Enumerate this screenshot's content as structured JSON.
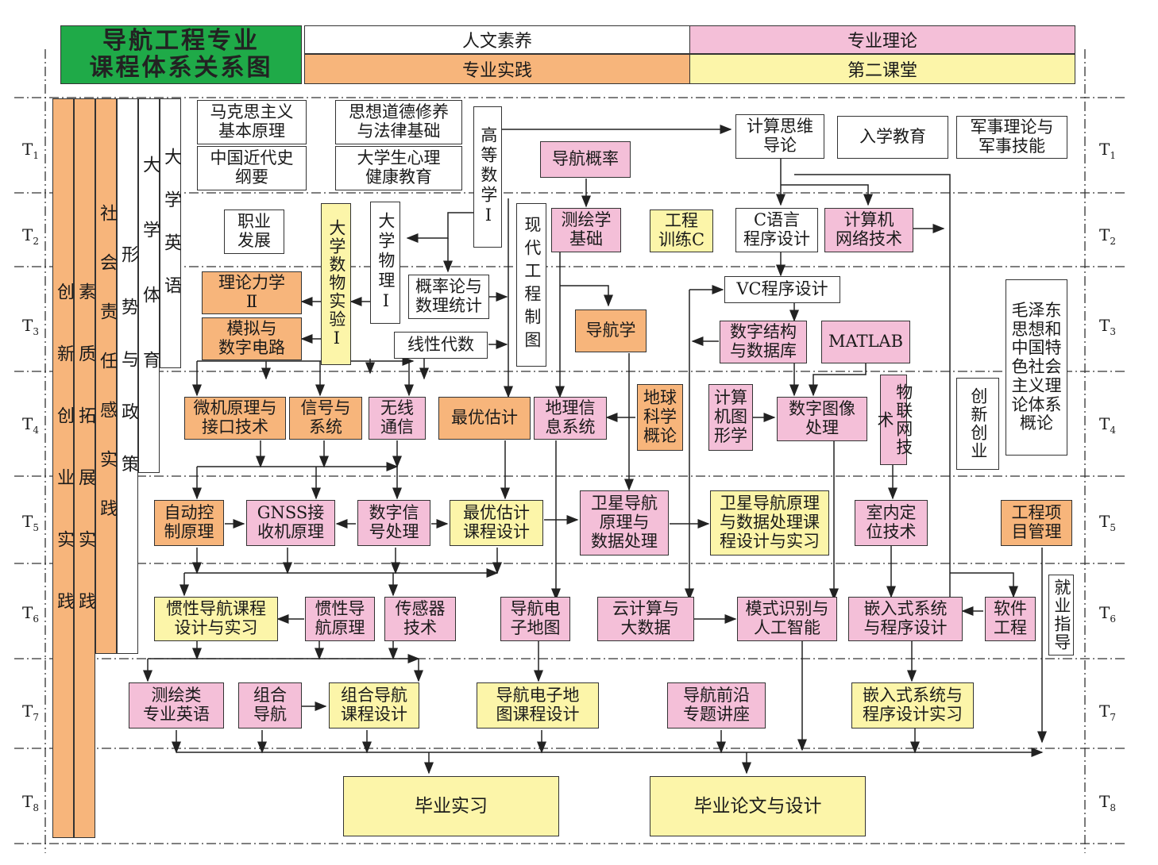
{
  "title": "导航工程专业\n课程体系关系图",
  "legend": {
    "humanities": "人文素养",
    "theory": "专业理论",
    "practice": "专业实践",
    "second_class": "第二课堂",
    "colors": {
      "humanities": "#ffffff",
      "theory": "#f4bfd8",
      "practice": "#f7b57b",
      "second_class": "#fcf5a9",
      "title": "#1faa48"
    }
  },
  "terms": [
    "T1",
    "T2",
    "T3",
    "T4",
    "T5",
    "T6",
    "T7",
    "T8"
  ],
  "columns": {
    "c1": "创新创业实践",
    "c2": "素质拓展实践",
    "c3": "社会责任感实践",
    "c4": "形势与政策",
    "c5": "大学体育",
    "c6": "大学英语"
  },
  "courses": {
    "marx": "马克思主义\n基本原理",
    "history": "中国近代史\n纲要",
    "ethics": "思想道德修养\n与法律基础",
    "psych": "大学生心理\n健康教育",
    "math": "高等数学Ⅰ",
    "nav_prob": "导航概率",
    "comp_think": "计算思维\n导论",
    "enroll": "入学教育",
    "military": "军事理论与\n军事技能",
    "career": "职业\n发展",
    "phys_exp": "大学数物实验Ⅰ",
    "physics": "大学物理Ⅰ",
    "drawing": "现代工程制图",
    "survey": "测绘学\n基础",
    "training": "工程\n训练C",
    "c_lang": "C语言\n程序设计",
    "network": "计算机\n网络技术",
    "mechanics": "理论力学\nⅡ",
    "circuit": "模拟与\n数字电路",
    "probstat": "概率论与\n数理统计",
    "linalg": "线性代数",
    "navigation": "导航学",
    "vc": "VC程序设计",
    "ds": "数字结构\n与数据库",
    "matlab": "MATLAB",
    "mao": "毛泽东\n思想和\n中国特\n色社会\n主义理\n论体系\n概论",
    "micro": "微机原理与\n接口技术",
    "signal": "信号与\n系统",
    "wireless": "无线\n通信",
    "optest": "最优估计",
    "gis": "地理信\n息系统",
    "earth": "地球\n科学\n概论",
    "graphics": "计算\n机图\n形学",
    "image": "数字图像\n处理",
    "iot": "物联网技术",
    "innovate": "创新创业",
    "autoctrl": "自动控\n制原理",
    "gnss": "GNSS接\n收机原理",
    "dsp": "数字信\n号处理",
    "optest_design": "最优估计\n课程设计",
    "sat_nav": "卫星导航\n原理与\n数据处理",
    "sat_design": "卫星导航原理\n与数据处理课\n程设计与实习",
    "indoor": "室内定\n位技术",
    "pm": "工程项\n目管理",
    "ins_design": "惯性导航课程\n设计与实习",
    "ins": "惯性导\n航原理",
    "sensor": "传感器\n技术",
    "emap": "导航电\n子地图",
    "cloud": "云计算与\n大数据",
    "ai": "模式识别与\n人工智能",
    "embedded": "嵌入式系统\n与程序设计",
    "software": "软件\n工程",
    "job": "就业指导",
    "eng_english": "测绘类\n专业英语",
    "integrated": "组合\n导航",
    "integ_design": "组合导航\n课程设计",
    "emap_design": "导航电子地\n图课程设计",
    "frontier": "导航前沿\n专题讲座",
    "embedded_prac": "嵌入式系统与\n程序设计实习",
    "internship": "毕业实习",
    "thesis": "毕业论文与设计"
  }
}
